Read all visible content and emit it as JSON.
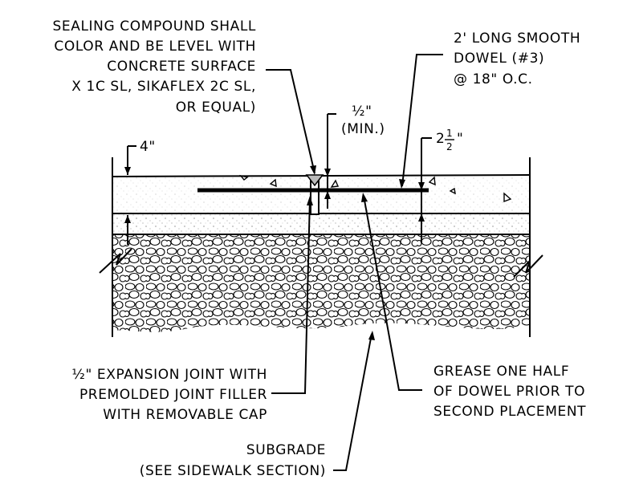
{
  "labels": {
    "sealing": [
      "SEALING COMPOUND SHALL",
      "COLOR AND BE LEVEL WITH",
      "CONCRETE SURFACE",
      "X 1C SL, SIKAFLEX 2C SL,",
      "OR EQUAL)"
    ],
    "dowel": [
      "2' LONG SMOOTH",
      "DOWEL (#3)",
      "@ 18\" O.C."
    ],
    "half_inch_top": "½\"",
    "min": "(MIN.)",
    "four_inch": "4\"",
    "two_and_half": {
      "whole": "2",
      "num": "1",
      "den": "2",
      "unit": "\""
    },
    "expansion_joint": [
      "½\" EXPANSION JOINT WITH",
      "PREMOLDED JOINT FILLER",
      "WITH REMOVABLE CAP"
    ],
    "grease": [
      "GREASE ONE HALF",
      "OF DOWEL PRIOR TO",
      "SECOND PLACEMENT"
    ],
    "subgrade": [
      "SUBGRADE",
      "(SEE SIDEWALK SECTION)"
    ]
  }
}
